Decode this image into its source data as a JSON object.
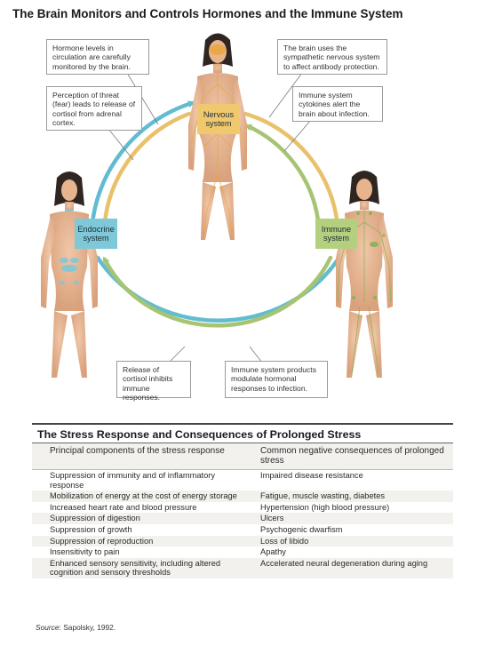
{
  "title": "The Brain Monitors and Controls Hormones and the Immune System",
  "systems": {
    "nervous": "Nervous system",
    "endocrine": "Endocrine system",
    "immune": "Immune system"
  },
  "callouts": {
    "hormone_levels": "Hormone levels in circulation are carefully monitored by the brain.",
    "perception_threat": "Perception of threat (fear) leads to release of cortisol from adrenal cortex.",
    "sympathetic": "The brain uses the sympathetic nervous system to affect antibody protection.",
    "cytokines": "Immune system cytokines alert the brain about infection.",
    "cortisol_inhibits": "Release of cortisol inhibits immune responses.",
    "immune_products": "Immune system products modulate hormonal responses to infection."
  },
  "table": {
    "title": "The Stress Response and Consequences of Prolonged Stress",
    "col1_header": "Principal components of the stress response",
    "col2_header": "Common negative consequences of prolonged stress",
    "rows": [
      {
        "component": "Suppression of immunity and of inflammatory response",
        "consequence": "Impaired disease resistance"
      },
      {
        "component": "Mobilization of energy at the cost of energy storage",
        "consequence": "Fatigue, muscle wasting, diabetes"
      },
      {
        "component": "Increased heart rate and blood pressure",
        "consequence": "Hypertension (high blood pressure)"
      },
      {
        "component": "Suppression of digestion",
        "consequence": "Ulcers"
      },
      {
        "component": "Suppression of growth",
        "consequence": "Psychogenic dwarfism"
      },
      {
        "component": "Suppression of reproduction",
        "consequence": "Loss of libido"
      },
      {
        "component": "Insensitivity to pain",
        "consequence": "Apathy"
      },
      {
        "component": "Enhanced sensory sensitivity, including altered cognition and sensory thresholds",
        "consequence": "Accelerated neural degeneration during aging"
      }
    ]
  },
  "source": {
    "label": "Source",
    "text": ": Sapolsky, 1992."
  },
  "colors": {
    "blue_arrow": "#62bcd1",
    "yellow_arrow": "#e9c16a",
    "green_arrow": "#a6c472",
    "nervous_box": "#f0c96e",
    "endocrine_box": "#7ec8d8",
    "immune_box": "#b4cf7e",
    "skin": "#e6b796"
  }
}
